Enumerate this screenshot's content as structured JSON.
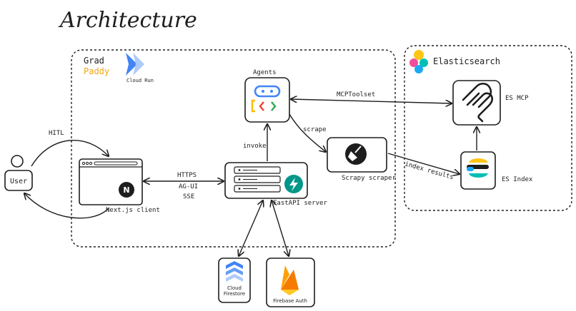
{
  "title": "Architecture",
  "gradpaddy": {
    "line1": "Grad",
    "line2": "Paddy",
    "cloudrun": "Cloud Run"
  },
  "elastic": {
    "name": "Elasticsearch"
  },
  "nodes": {
    "user": "User",
    "nextjs": "Next.js client",
    "agents": "Agents",
    "fastapi": "FastAPI server",
    "scrapy": "Scrapy scraper",
    "esmcp": "ES MCP",
    "esindex": "ES Index",
    "firestore_line1": "Cloud",
    "firestore_line2": "Firestore",
    "firebase": "Firebase Auth"
  },
  "edges": {
    "hitl": "HITL",
    "https": "HTTPS",
    "agui": "AG-UI",
    "sse": "SSE",
    "invoke": "invoke",
    "scrape": "scrape",
    "mcptoolset": "MCPToolset",
    "index_results": "index results"
  },
  "colors": {
    "grad": "#1e1e1e",
    "paddy": "#f2a50f",
    "cloudrun_blue": "#4285f4",
    "google_green": "#34a853",
    "google_red": "#ea4335",
    "google_yellow": "#fbbc04",
    "fastapi_teal": "#049688",
    "firebase_orange": "#ffa000"
  }
}
